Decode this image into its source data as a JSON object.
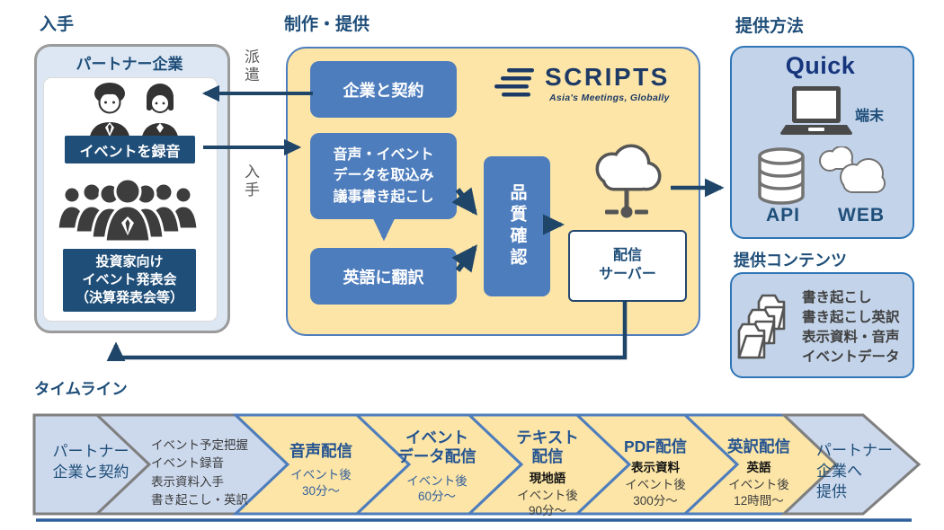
{
  "colors": {
    "navy": "#1f4e79",
    "medium_blue": "#4e7dbd",
    "panel_yellow": "#fce5a6",
    "panel_blue": "#c3d4ea",
    "panel_blue_border": "#2e75b6",
    "timeline_blue": "#ccd9ed",
    "timeline_gray_border": "#7f7f7f",
    "arrow_navy": "#1f4569"
  },
  "acquisition": {
    "heading": "入手",
    "partner_title": "パートナー企業",
    "record_label": "イベントを録音",
    "audience_label": "投資家向け\nイベント発表会\n（決算発表会等）"
  },
  "flow": {
    "dispatch": "派遣",
    "obtain": "入手"
  },
  "production": {
    "heading": "制作・提供",
    "logo": "SCRIPTS",
    "tagline": "Asia's Meetings, Globally",
    "contract": "企業と契約",
    "ingest": "音声・イベント\nデータを取込み\n議事書き起こし",
    "translate": "英語に翻訳",
    "qa": "品質確認",
    "server": "配信\nサーバー"
  },
  "delivery": {
    "heading": "提供方法",
    "brand": "Quick",
    "terminal": "端末",
    "api": "API",
    "web": "WEB"
  },
  "contents": {
    "heading": "提供コンテンツ",
    "items": "書き起こし\n書き起こし英訳\n表示資料・音声\nイベントデータ"
  },
  "timeline": {
    "heading": "タイムライン",
    "steps": [
      {
        "title": "パートナー\n企業と契約"
      },
      {
        "sub": "イベント予定把握\nイベント録音\n表示資料入手\n書き起こし・英訳"
      },
      {
        "title": "音声配信",
        "sub": "イベント後\n30分〜"
      },
      {
        "title": "イベント\nデータ配信",
        "sub": "イベント後\n60分〜"
      },
      {
        "title": "テキスト\n配信",
        "qualifier": "現地語",
        "sub": "イベント後\n90分〜"
      },
      {
        "title": "PDF配信",
        "qualifier": "表示資料",
        "sub": "イベント後\n300分〜"
      },
      {
        "title": "英訳配信",
        "qualifier": "英語",
        "sub": "イベント後\n12時間〜"
      },
      {
        "title": "パートナー\n企業へ\n提供"
      }
    ]
  },
  "icons": {
    "people": "two-businesspersons",
    "audience": "audience-crowd",
    "cloud": "cloud-network",
    "laptop": "laptop-terminal",
    "database": "database-cylinder",
    "web": "web-clouds",
    "folders": "content-folders",
    "scripts_mark": "speed-lines"
  }
}
